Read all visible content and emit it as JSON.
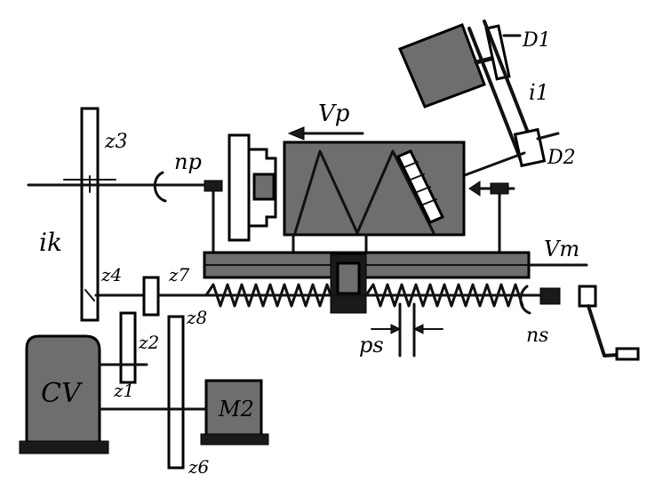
{
  "labels": {
    "z3": "z3",
    "np": "np",
    "vp": "Vp",
    "d1": "D1",
    "i1": "i1",
    "d2": "D2",
    "ik": "ik",
    "z4": "z4",
    "z7": "z7",
    "z8": "z8",
    "z2": "z2",
    "z1": "z1",
    "z6": "z6",
    "vm": "Vm",
    "ps": "ps",
    "ns": "ns",
    "cv": "CV",
    "m2": "M2"
  },
  "colors": {
    "ink": "#111111",
    "body_fill": "#6e6e6e",
    "paper": "#ffffff"
  }
}
